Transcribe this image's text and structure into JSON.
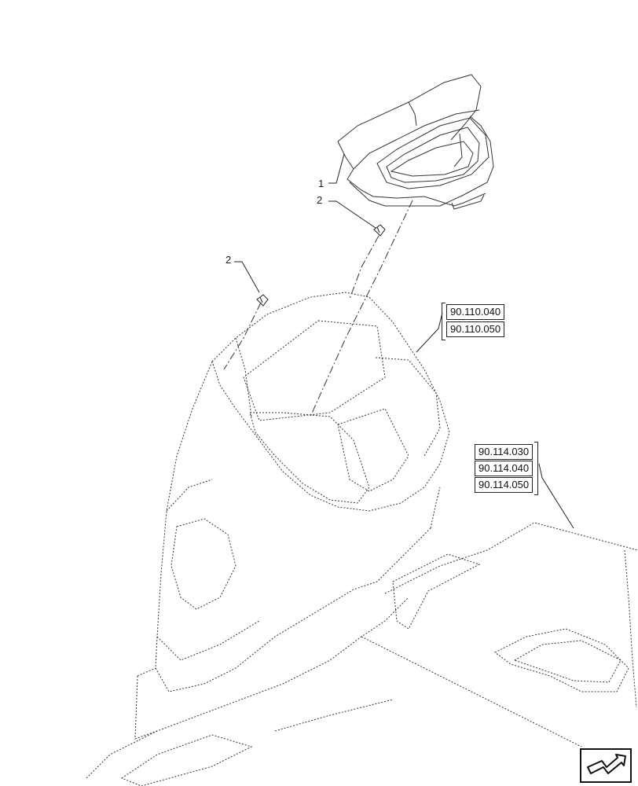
{
  "callouts": {
    "part1": "1",
    "part2_upper": "2",
    "part2_lower": "2"
  },
  "references": {
    "group_a": [
      "90.110.040",
      "90.110.050"
    ],
    "group_b": [
      "90.114.030",
      "90.114.040",
      "90.114.050"
    ]
  },
  "icons": {
    "navigation": "return-arrow-icon"
  },
  "colors": {
    "line": "#333333",
    "background": "#ffffff"
  }
}
